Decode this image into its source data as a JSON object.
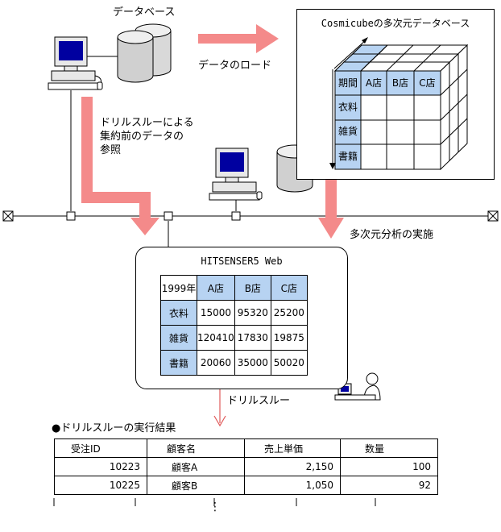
{
  "top": {
    "database_label": "データベース",
    "load_label": "データのロード",
    "drill_note": [
      "ドリルスルーによる",
      "集約前のデータの",
      "参照"
    ],
    "analysis_label": "多次元分析の実施"
  },
  "cube": {
    "title": "Cosmicubeの多次元データベース",
    "corner": "期間",
    "columns": [
      "A店",
      "B店",
      "C店"
    ],
    "rows": [
      "衣料",
      "雑貨",
      "書籍"
    ]
  },
  "web": {
    "title": "HITSENSER5 Web",
    "corner": "1999年",
    "columns": [
      "A店",
      "B店",
      "C店"
    ],
    "rows": [
      {
        "label": "衣料",
        "values": [
          "15000",
          "95320",
          "25200"
        ]
      },
      {
        "label": "雑貨",
        "values": [
          "120410",
          "17830",
          "19875"
        ]
      },
      {
        "label": "書籍",
        "values": [
          "20060",
          "35000",
          "50020"
        ]
      }
    ]
  },
  "drill": {
    "label": "ドリルスルー",
    "result_title": "●ドリルスルーの実行結果"
  },
  "result": {
    "headers": [
      "受注ID",
      "顧客名",
      "売上単価",
      "数量"
    ],
    "rows": [
      [
        "10223",
        "顧客A",
        "2,150",
        "100"
      ],
      [
        "10225",
        "顧客B",
        "1,050",
        "92"
      ]
    ],
    "continuation": "⋮"
  },
  "colors": {
    "arrow": "#f48a8a",
    "cell_blue": "#b7d3f2",
    "monitor_screen": "#0000a0",
    "drill_highlight": "#e05a5a"
  }
}
